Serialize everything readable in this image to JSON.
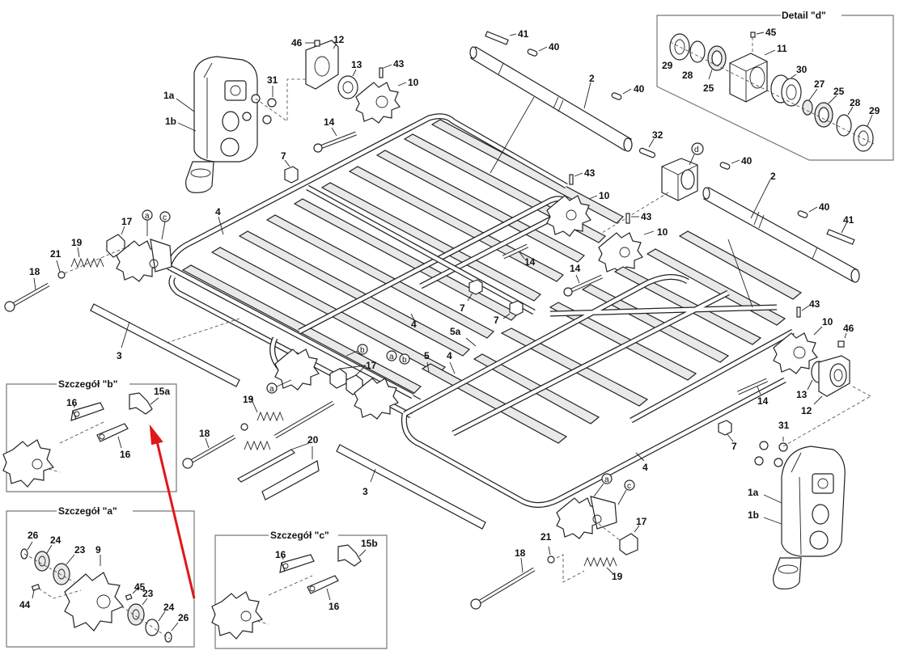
{
  "diagram": {
    "type": "exploded-parts-diagram",
    "subject": "Chain conveyor assembly with drive gearboxes",
    "accent_color": "#e0161b",
    "detail_boxes": {
      "d": {
        "title": "Detail \"d\"",
        "labels": [
          "45",
          "11",
          "29",
          "28",
          "25",
          "30",
          "27",
          "25",
          "28",
          "29"
        ]
      },
      "b": {
        "title": "Szczegół \"b\"",
        "labels": [
          "16",
          "15a",
          "16"
        ]
      },
      "a": {
        "title": "Szczegół \"a\"",
        "labels": [
          "26",
          "24",
          "23",
          "9",
          "45",
          "44",
          "23",
          "24",
          "26"
        ]
      },
      "c": {
        "title": "Szczegół \"c\"",
        "labels": [
          "16",
          "15b",
          "16"
        ]
      }
    },
    "main_labels": {
      "l46a": "46",
      "l12a": "12",
      "l13a": "13",
      "l43a": "43",
      "l10a": "10",
      "l31a": "31",
      "l1a_a": "1a",
      "l1b_a": "1b",
      "l14a": "14",
      "l7a": "7",
      "l41a": "41",
      "l40a": "40",
      "l2a": "2",
      "l40b": "40",
      "l32": "32",
      "ld": "d",
      "l40c": "40",
      "l2b": "2",
      "l40d": "40",
      "l41b": "41",
      "l43b": "43",
      "l10b": "10",
      "l43c": "43",
      "l10c": "10",
      "l4a": "4",
      "l17a": "17",
      "la1": "a",
      "lc1": "c",
      "l19a": "19",
      "l21a": "21",
      "l18a": "18",
      "l3a": "3",
      "l14b": "14",
      "l14c": "14",
      "l7b": "7",
      "l7c": "7",
      "l4b": "4",
      "l5a": "5a",
      "l5": "5",
      "l4c": "4",
      "lb1": "b",
      "la2": "a",
      "lb2": "b",
      "l17b": "17",
      "l19b": "19",
      "l18b": "18",
      "l20": "20",
      "l3b": "3",
      "l43d": "43",
      "l10d": "10",
      "l46b": "46",
      "l13b": "13",
      "l12b": "12",
      "l14d": "14",
      "l7d": "7",
      "l31b": "31",
      "l4d": "4",
      "l1a_b": "1a",
      "l1b_b": "1b",
      "la3": "a",
      "lc2": "c",
      "l17c": "17",
      "l21b": "21",
      "l18c": "18",
      "l19c": "19"
    },
    "annotation": {
      "type": "red-arrow",
      "points_to": "15a",
      "from": "Szczegół \"a\" region"
    }
  }
}
